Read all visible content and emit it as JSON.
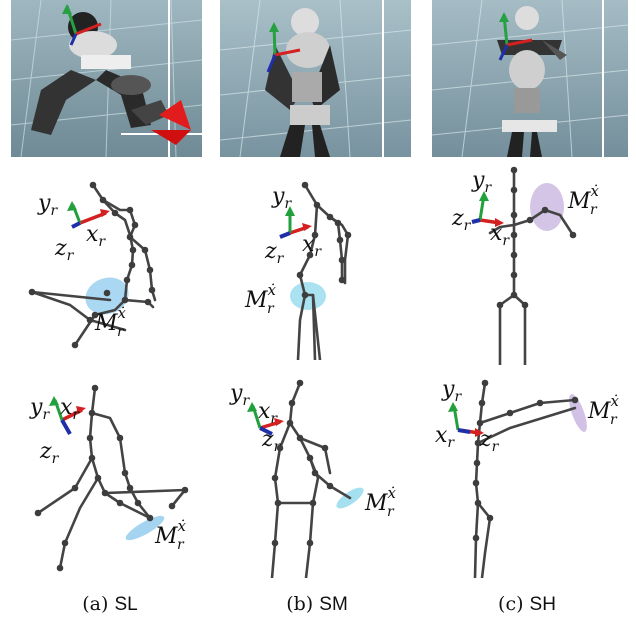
{
  "figure": {
    "captions": [
      {
        "tag": "(a)",
        "name": "SL"
      },
      {
        "tag": "(b)",
        "name": "SM"
      },
      {
        "tag": "(c)",
        "name": "SH"
      }
    ],
    "axis_labels": {
      "y": "y",
      "x": "x",
      "z": "z",
      "sub": "r",
      "m": "M",
      "m_sup": "ẋ",
      "m_sub": "r"
    },
    "colors": {
      "x_axis": "#d42020",
      "y_axis": "#22a03c",
      "z_axis": "#1f2fa8",
      "ellipse_blue": "#8ec9ee",
      "ellipse_purple": "#c9b6e0",
      "skeleton": "#444444"
    }
  }
}
